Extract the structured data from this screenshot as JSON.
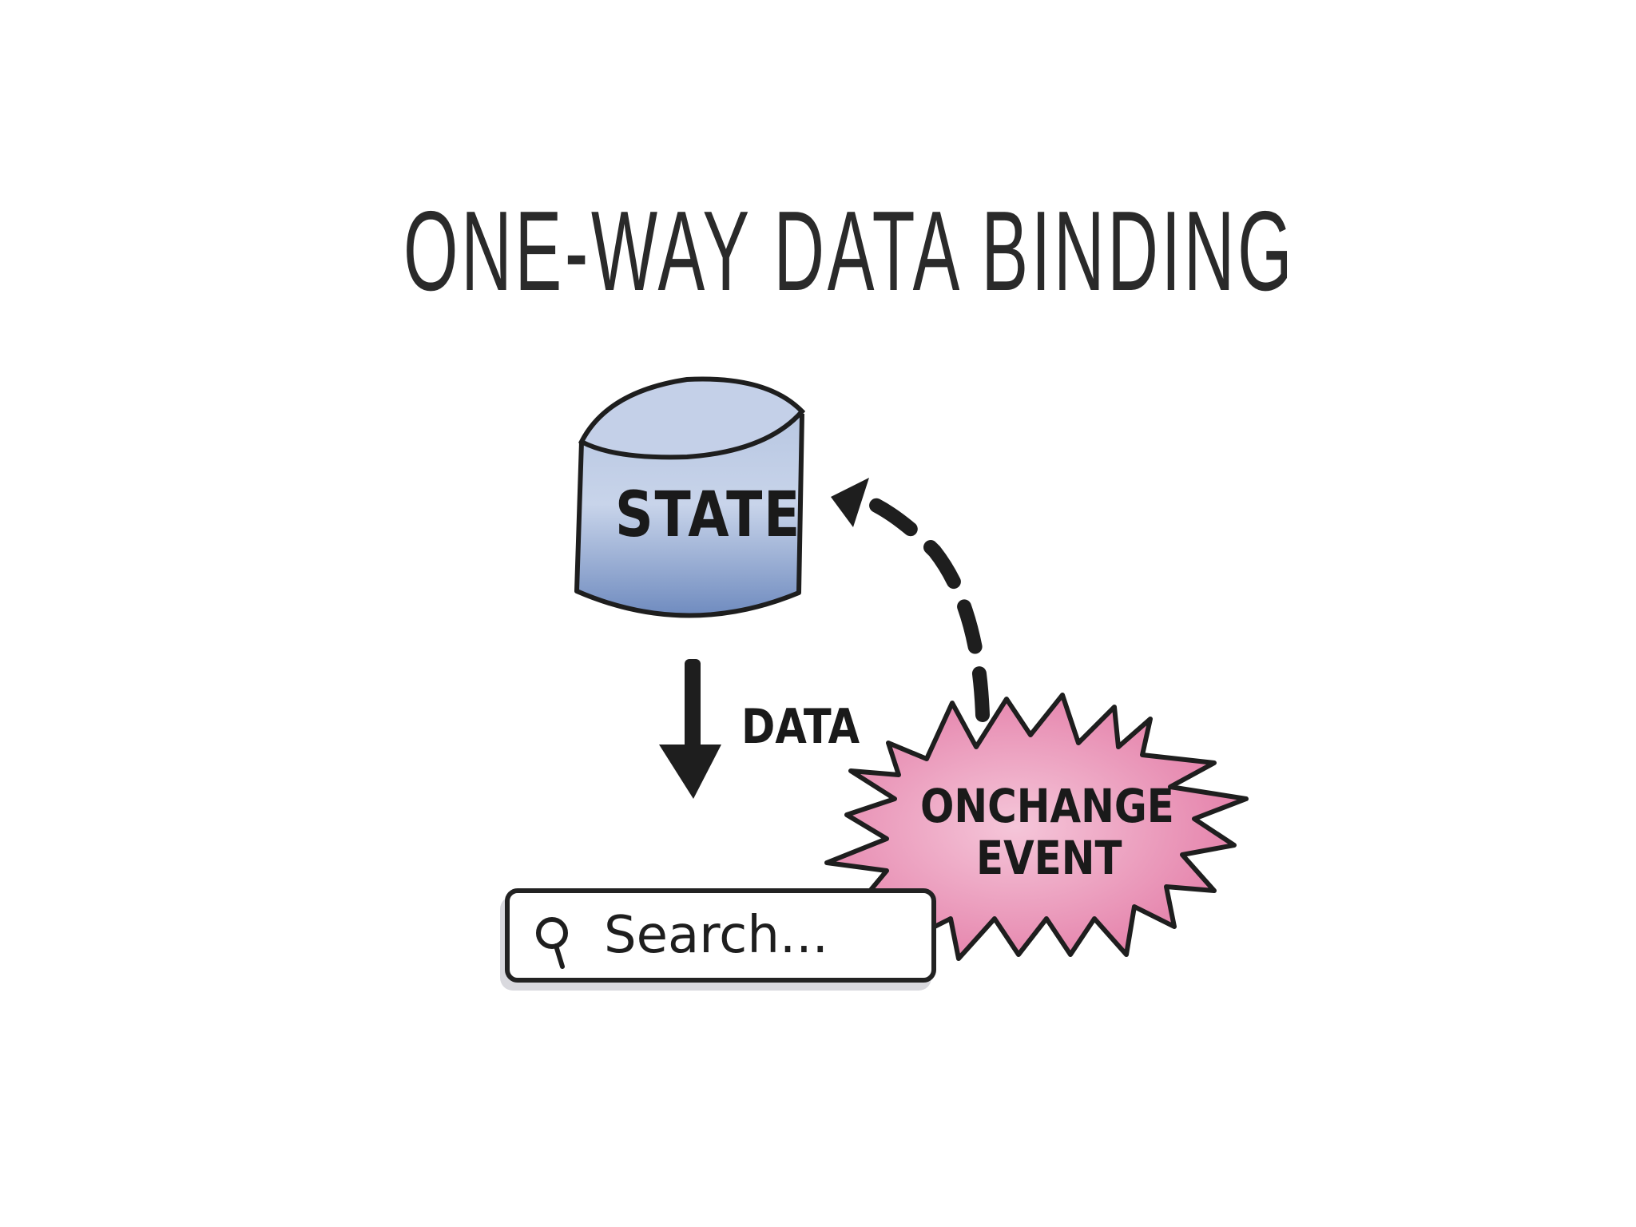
{
  "title": "ONE-WAY DATA BINDING",
  "state": {
    "label": "STATE",
    "fill_color": "#8da3cc",
    "top_color": "#c7d3e9"
  },
  "data_arrow": {
    "label": "DATA",
    "direction": "down"
  },
  "event": {
    "line1": "ONCHANGE",
    "line2": "EVENT",
    "fill_color": "#e98fb4",
    "arrow_style": "dashed",
    "arrow_target": "STATE"
  },
  "search": {
    "placeholder": "Search...",
    "icon": "search-icon"
  }
}
